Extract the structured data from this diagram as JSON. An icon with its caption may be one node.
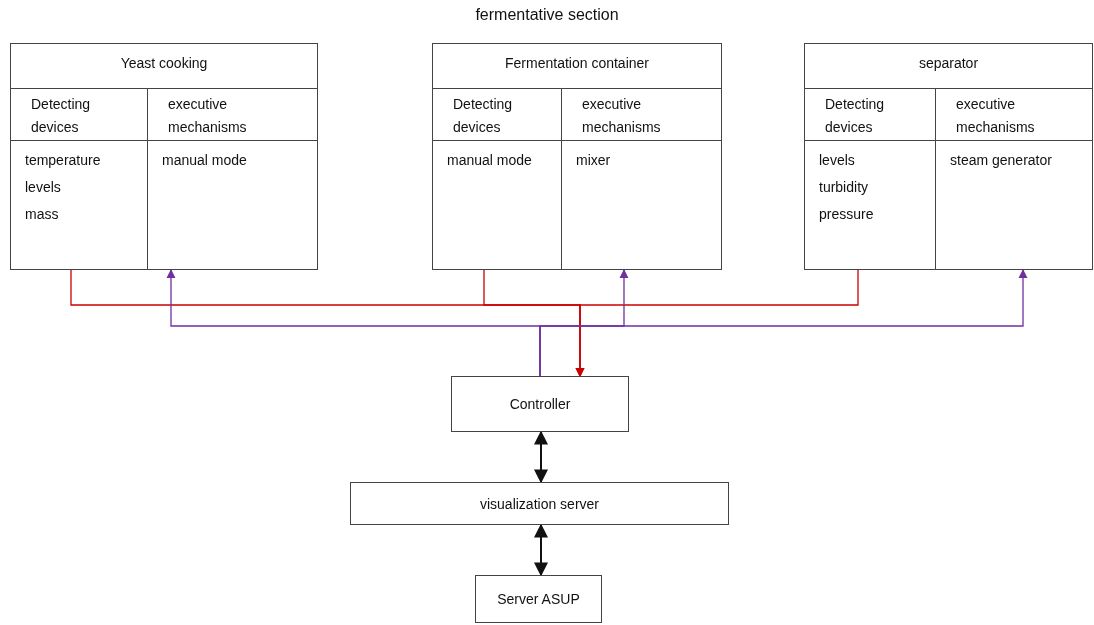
{
  "diagram": {
    "title": "fermentative section",
    "nodes": [
      {
        "text": [
          "Yeast cooking"
        ]
      },
      {
        "text": [
          "Detecting devices",
          "temperature",
          "levels",
          "mass"
        ],
        "in": 0
      },
      {
        "text": [
          "executive mechanisms",
          "manual mode"
        ],
        "in": 0
      },
      {
        "text": [
          "Fermentation container"
        ]
      },
      {
        "text": [
          "Detecting devices",
          "manual mode"
        ],
        "in": 3
      },
      {
        "text": [
          "executive mechanisms",
          "mixer"
        ],
        "in": 3
      },
      {
        "text": [
          "separator"
        ]
      },
      {
        "text": [
          "Detecting devices",
          "levels",
          "turbidity",
          "pressure"
        ],
        "in": 6
      },
      {
        "text": [
          "executive mechanisms",
          "steam generator"
        ],
        "in": 6
      },
      {
        "text": [
          "Controller"
        ]
      },
      {
        "text": [
          "visualization server"
        ]
      },
      {
        "text": [
          "Server ASUP"
        ]
      }
    ],
    "edges": [
      {
        "from": 1,
        "to": 9,
        "arrow": "to",
        "color": "#cc0000"
      },
      {
        "from": 4,
        "to": 9,
        "arrow": "to",
        "color": "#cc0000"
      },
      {
        "from": 7,
        "to": 9,
        "arrow": "to",
        "color": "#cc0000"
      },
      {
        "from": 9,
        "to": 2,
        "arrow": "to",
        "color": "#7030a0"
      },
      {
        "from": 9,
        "to": 5,
        "arrow": "to",
        "color": "#7030a0"
      },
      {
        "from": 9,
        "to": 8,
        "arrow": "to",
        "color": "#7030a0"
      },
      {
        "from": 9,
        "to": 10,
        "arrow": "both",
        "color": "#111111"
      },
      {
        "from": 10,
        "to": 11,
        "arrow": "both",
        "color": "#111111"
      }
    ]
  }
}
